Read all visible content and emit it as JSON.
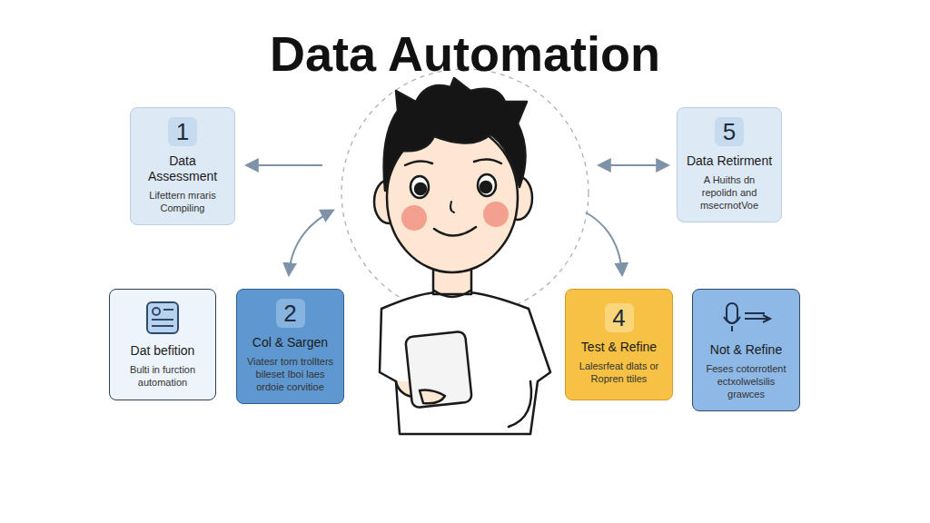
{
  "diagram": {
    "title": "Data Automation",
    "nodes": [
      {
        "text": [
          "1",
          "Data Assessment",
          "Lifettern mraris Compiling"
        ]
      },
      {
        "text": [
          "5",
          "Data Retirment",
          "A Huiths dn repolidn and msecrnotVoe"
        ]
      },
      {
        "text": [
          "Dat befition",
          "Bulti in furction automation"
        ]
      },
      {
        "text": [
          "2",
          "Col & Sargen",
          "Viatesr torn trollters bileset Iboi laes ordoie corvitioe"
        ]
      },
      {
        "text": [
          "4",
          "Test & Refine",
          "Lalesrfeat dlats or Ropren ttiles"
        ]
      },
      {
        "text": [
          "Not & Refine",
          "Feses cotorrotlent ectxolwelsilis grawces"
        ]
      }
    ]
  }
}
